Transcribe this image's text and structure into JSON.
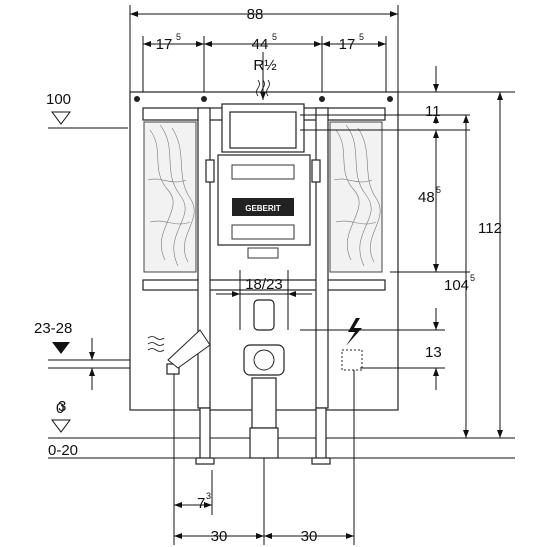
{
  "dimensions": {
    "overall_width": "88",
    "left_span_main": "17",
    "left_span_sup": "5",
    "center_span_main": "44",
    "center_span_sup": "5",
    "right_span_main": "17",
    "right_span_sup": "5",
    "thread": "R½",
    "top_offset": "11",
    "upper_height_main": "48",
    "upper_height_sup": "5",
    "total_height": "112",
    "frame_height_main": "104",
    "frame_height_sup": "5",
    "outlet_width": "18/23",
    "supply_height": "13",
    "bottom_gap_main": "7",
    "bottom_gap_sup": "3",
    "bottom_left": "30",
    "bottom_right": "30"
  },
  "levels": {
    "top": "100",
    "floor_range": "23-28",
    "floor_offset": "3",
    "zero": "0",
    "zero_range": "0-20"
  },
  "brand_logo": "GEBERIT",
  "icons": {
    "water": "water-waves-icon",
    "electric": "lightning-icon",
    "level_marker": "triangle-level-icon"
  }
}
